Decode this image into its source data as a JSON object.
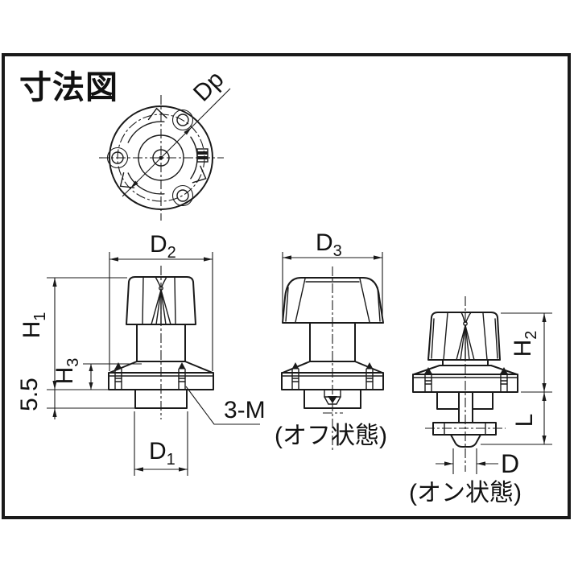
{
  "title": "寸法図",
  "colors": {
    "line": "#1a1a1a",
    "background": "#ffffff"
  },
  "top_view": {
    "label_dp": "Dp"
  },
  "front_view": {
    "label_d2_main": "D",
    "label_d2_sub": "2",
    "label_h1_main": "H",
    "label_h1_sub": "1",
    "label_h3_main": "H",
    "label_h3_sub": "3",
    "label_5_5": "5.5",
    "label_3m": "3-M",
    "label_d1_main": "D",
    "label_d1_sub": "1"
  },
  "off_state_view": {
    "label_d3_main": "D",
    "label_d3_sub": "3",
    "caption": "(オフ状態)"
  },
  "on_state_view": {
    "label_h2_main": "H",
    "label_h2_sub": "2",
    "label_l": "L",
    "label_d": "D",
    "caption": "(オン状態)"
  }
}
